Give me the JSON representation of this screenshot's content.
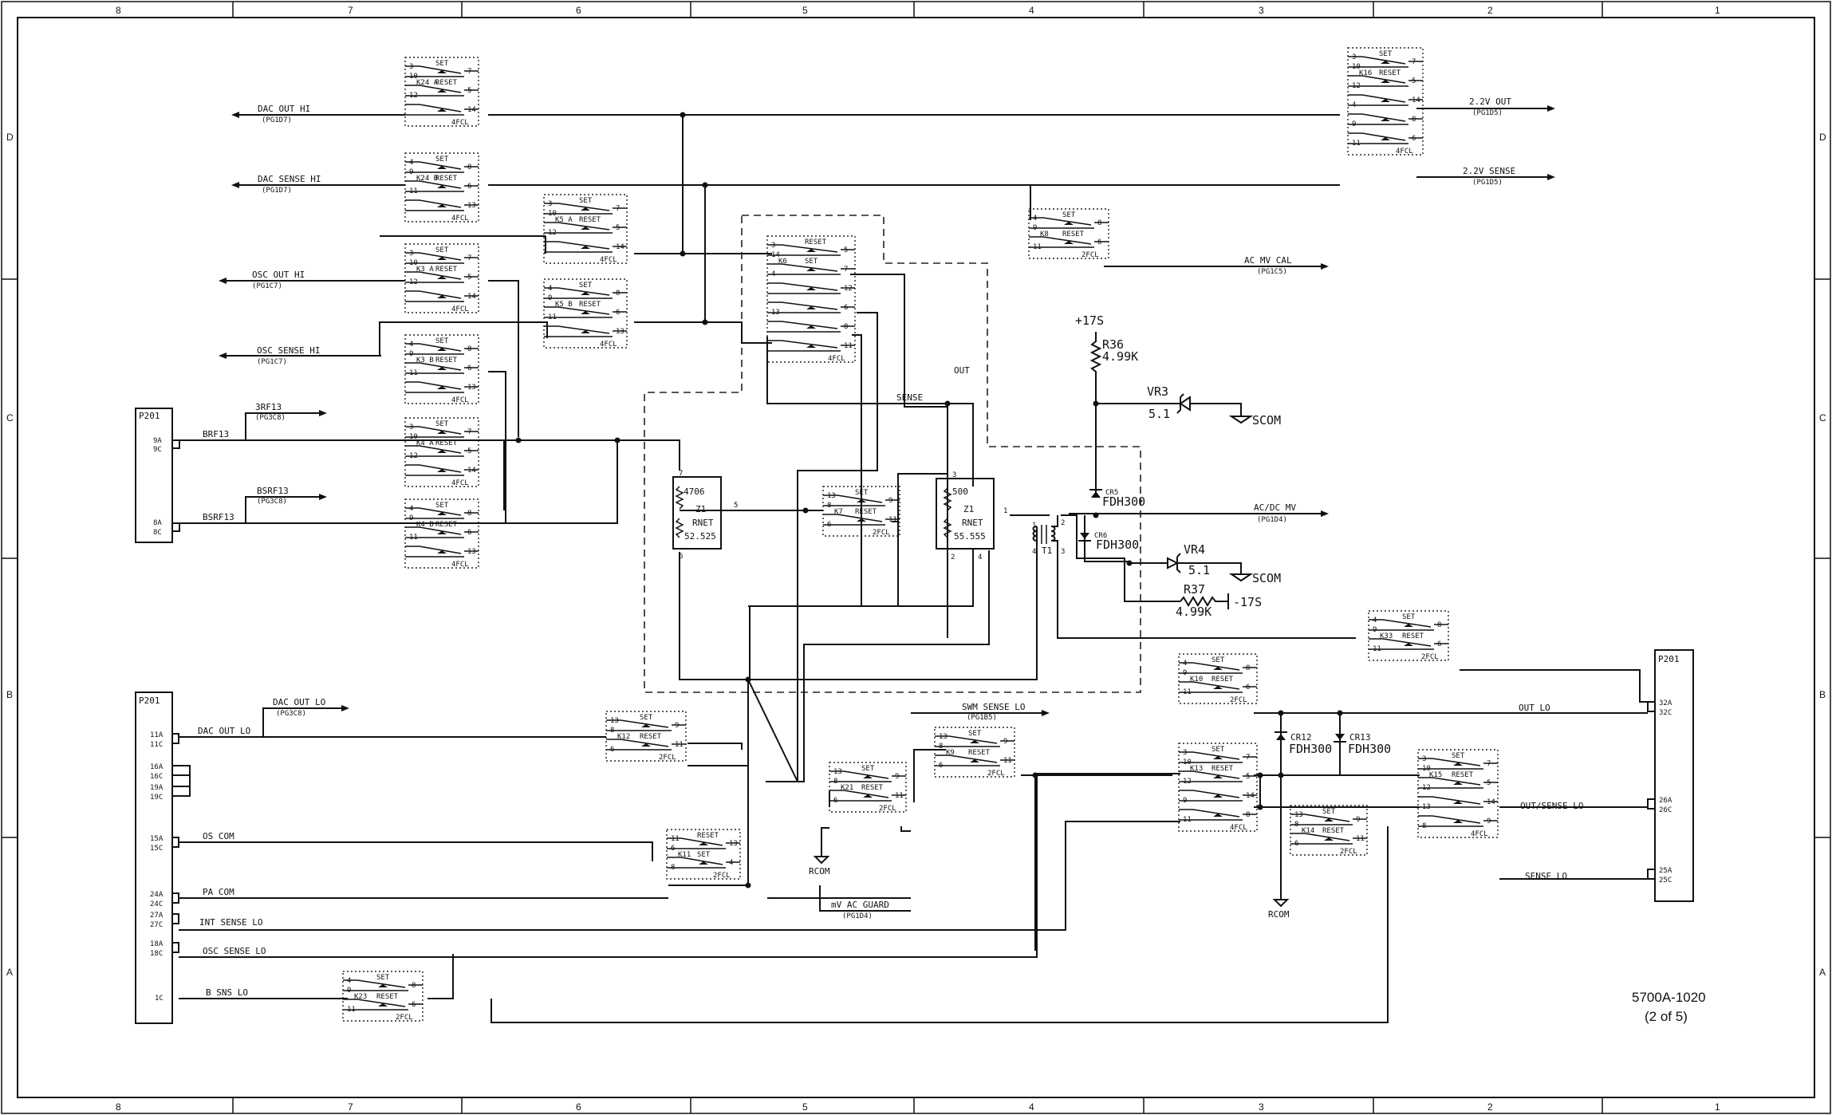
{
  "border": {
    "columns": [
      "8",
      "7",
      "6",
      "5",
      "4",
      "3",
      "2",
      "1"
    ],
    "rows": [
      "D",
      "C",
      "B",
      "A"
    ]
  },
  "connectors": {
    "left_top": {
      "label": "P201",
      "pins": [
        "9A",
        "9C",
        "8A",
        "8C"
      ]
    },
    "left_bottom": {
      "label": "P201",
      "pins": [
        "11A",
        "11C",
        "16A",
        "16C",
        "19A",
        "19C",
        "15A",
        "15C",
        "24A",
        "24C",
        "27A",
        "27C",
        "18A",
        "18C",
        "1C"
      ]
    },
    "right": {
      "label": "P201",
      "pins": [
        "32A",
        "32C",
        "26A",
        "26C",
        "25A",
        "25C"
      ]
    }
  },
  "signals": {
    "dac_out_hi": "DAC OUT HI",
    "dac_out_hi_ref": "(PG1D7)",
    "dac_sense_hi": "DAC SENSE HI",
    "dac_sense_hi_ref": "(PG1D7)",
    "osc_out_hi": "OSC OUT HI",
    "osc_out_hi_ref": "(PG1C7)",
    "osc_sense_hi": "OSC SENSE HI",
    "osc_sense_hi_ref": "(PG1C7)",
    "brf13": "BRF13",
    "brf13_bus": "3RF13",
    "brf13_ref": "(PG3C8)",
    "bsrf13": "BSRF13",
    "bsrf13_bus": "BSRF13",
    "bsrf13_ref": "(PG3C8)",
    "v22_out": "2.2V OUT",
    "v22_out_ref": "(PG1D5)",
    "v22_sense": "2.2V SENSE",
    "v22_sense_ref": "(PG1D5)",
    "ac_mv_cal": "AC MV CAL",
    "ac_mv_cal_ref": "(PG1C5)",
    "acdc_mv": "AC/DC MV",
    "acdc_mv_ref": "(PG1D4)",
    "dac_out_lo": "DAC OUT LO",
    "dac_out_lo_ref": "(PG3C8)",
    "dac_out_lo_pin": "DAC OUT LO",
    "swm_sense_lo": "SWM SENSE LO",
    "swm_sense_lo_ref": "(PG1B5)",
    "os_com": "OS COM",
    "pa_com": "PA COM",
    "int_sense_lo": "INT SENSE LO",
    "osc_sense_lo": "OSC SENSE LO",
    "b_sns_lo": "B SNS LO",
    "mv_ac_guard": "mV AC GUARD",
    "mv_ac_guard_ref": "(PG1D4)",
    "out_lo": "OUT LO",
    "out_sense_lo": "OUT/SENSE LO",
    "sense_lo": "SENSE LO",
    "sense": "SENSE",
    "out": "OUT",
    "p17": "+17S",
    "m17": "-17S",
    "scom": "SCOM",
    "rcom": "RCOM"
  },
  "relays": {
    "K24A": "K24 A",
    "K24B": "K24 B",
    "K3A": "K3 A",
    "K3B": "K3 B",
    "K4A": "K4 A",
    "K4B": "K4 B",
    "K5A": "K5 A",
    "K5B": "K5 B",
    "K6": "K6",
    "K16": "K16",
    "K8": "K8",
    "K7": "K7",
    "K12": "K12",
    "K11": "K11",
    "K21": "K21",
    "K9": "K9",
    "K10": "K10",
    "K13": "K13",
    "K14": "K14",
    "K15": "K15",
    "K33": "K33",
    "K23": "K23"
  },
  "relay_words": {
    "set": "SET",
    "reset": "RESET",
    "fcl4": "4FCL",
    "fcl2": "2FCL"
  },
  "components": {
    "r36": "R36",
    "r36_val": "4.99K",
    "r37": "R37",
    "r37_val": "4.99K",
    "vr3": "VR3",
    "vr3_val": "5.1",
    "vr4": "VR4",
    "vr4_val": "5.1",
    "cr5": "CR5",
    "cr6": "CR6",
    "cr12": "CR12",
    "cr13": "CR13",
    "diode_type": "FDH300",
    "z1a": "Z1",
    "z1a_val": "4706",
    "z1a_net": "RNET",
    "z1a_part": "52.525",
    "z1b": "Z1",
    "z1b_val": "500",
    "z1b_net": "RNET",
    "z1b_part": "55.555",
    "t1": "T1"
  },
  "figure": {
    "number": "5700A-1020",
    "page": "(2 of 5)"
  }
}
